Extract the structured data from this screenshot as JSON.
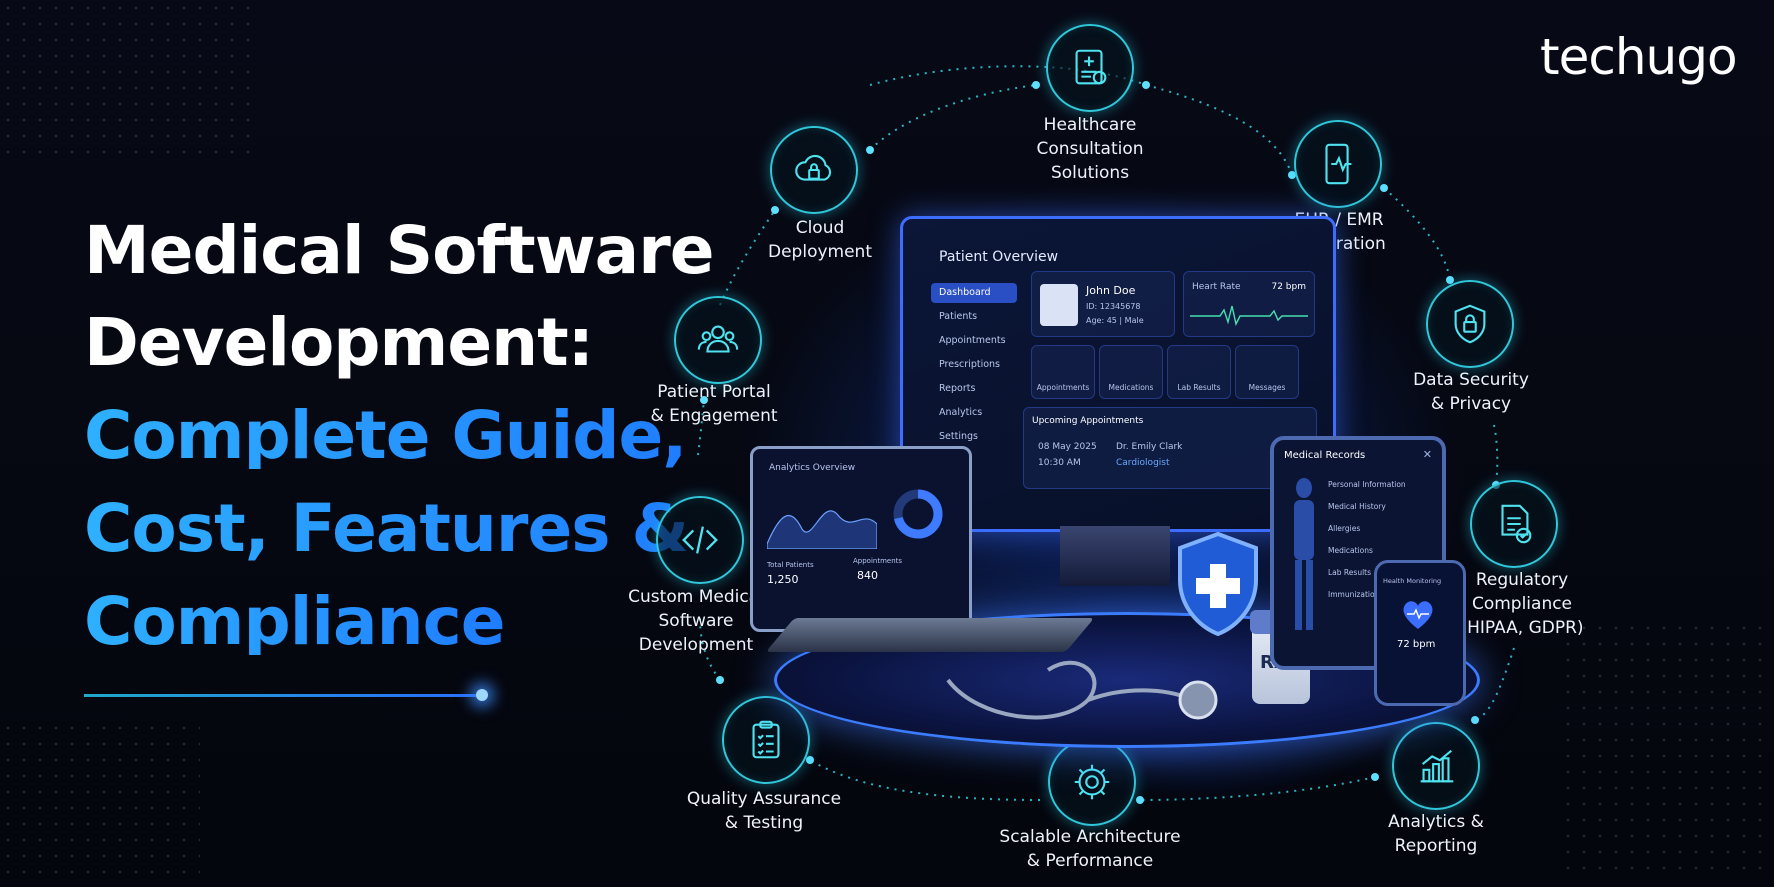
{
  "headline": {
    "line1": "Medical Software",
    "line2": "Development:",
    "line3": "Complete Guide,",
    "line4": "Cost, Features &",
    "line5": "Compliance"
  },
  "logo": {
    "text": "techugo"
  },
  "features": [
    {
      "id": "healthcare",
      "line1": "Healthcare",
      "line2": "Consultation",
      "line3": "Solutions",
      "icon": "medical-report-icon"
    },
    {
      "id": "ehr",
      "line1": "EHR / EMR",
      "line2": "Integration",
      "icon": "phone-heartbeat-icon"
    },
    {
      "id": "security",
      "line1": "Data Security",
      "line2": "& Privacy",
      "icon": "shield-lock-icon"
    },
    {
      "id": "regulatory",
      "line1": "Regulatory",
      "line2": "Compliance",
      "line3": "(HIPAA, GDPR)",
      "icon": "document-check-icon"
    },
    {
      "id": "analytics",
      "line1": "Analytics &",
      "line2": "Reporting",
      "icon": "bar-chart-icon"
    },
    {
      "id": "scalable",
      "line1": "Scalable Architecture",
      "line2": "& Performance",
      "icon": "gear-icon"
    },
    {
      "id": "qa",
      "line1": "Quality Assurance",
      "line2": "& Testing",
      "icon": "clipboard-checklist-icon"
    },
    {
      "id": "custom",
      "line1": "Custom Medical",
      "line2": "Software",
      "line3": "Development",
      "icon": "code-icon"
    },
    {
      "id": "portal",
      "line1": "Patient Portal",
      "line2": "& Engagement",
      "icon": "users-icon"
    },
    {
      "id": "cloud",
      "line1": "Cloud",
      "line2": "Deployment",
      "icon": "cloud-lock-icon"
    }
  ],
  "monitor": {
    "title": "Patient Overview",
    "sidebar": [
      "Dashboard",
      "Patients",
      "Appointments",
      "Prescriptions",
      "Reports",
      "Analytics",
      "Settings"
    ],
    "patient": {
      "name": "John Doe",
      "id": "ID: 12345678",
      "meta": "Age: 45 | Male"
    },
    "heart": {
      "label": "Heart Rate",
      "value": "72 bpm"
    },
    "tiles": [
      "Appointments",
      "Medications",
      "Lab Results",
      "Messages"
    ],
    "upcoming": {
      "title": "Upcoming Appointments",
      "date": "08 May 2025",
      "time": "10:30 AM",
      "doctor": "Dr. Emily Clark",
      "role": "Cardiologist"
    }
  },
  "laptop": {
    "title": "Analytics Overview",
    "stat1_label": "Total Patients",
    "stat1_value": "1,250",
    "stat2_label": "Appointments",
    "stat2_value": "840"
  },
  "tablet": {
    "title": "Medical Records",
    "items": [
      "Personal Information",
      "Medical History",
      "Allergies",
      "Medications",
      "Lab Results",
      "Immunizations"
    ]
  },
  "phone": {
    "title": "Health Monitoring",
    "value": "72 bpm"
  },
  "bottle": {
    "label": "Rx"
  },
  "colors": {
    "accent_cyan": "#2fc7d9",
    "accent_blue": "#1f7dff",
    "background": "#05070f"
  }
}
